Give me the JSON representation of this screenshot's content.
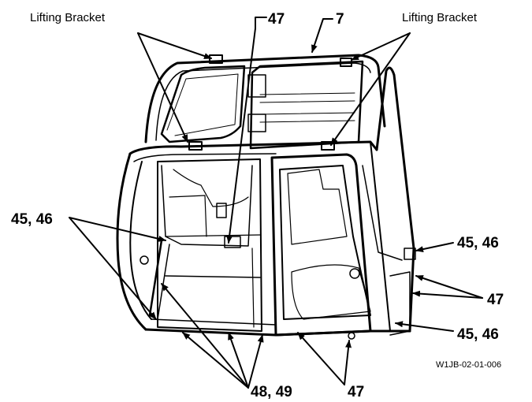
{
  "callouts": {
    "lifting_bracket_left": "Lifting Bracket",
    "lifting_bracket_right": "Lifting Bracket",
    "part_47_top": "47",
    "part_7": "7",
    "part_45_46_left": "45, 46",
    "part_45_46_right_upper": "45, 46",
    "part_47_right": "47",
    "part_45_46_right_lower": "45, 46",
    "part_48_49": "48, 49",
    "part_47_bottom": "47"
  },
  "figure_code": "W1JB-02-01-006"
}
